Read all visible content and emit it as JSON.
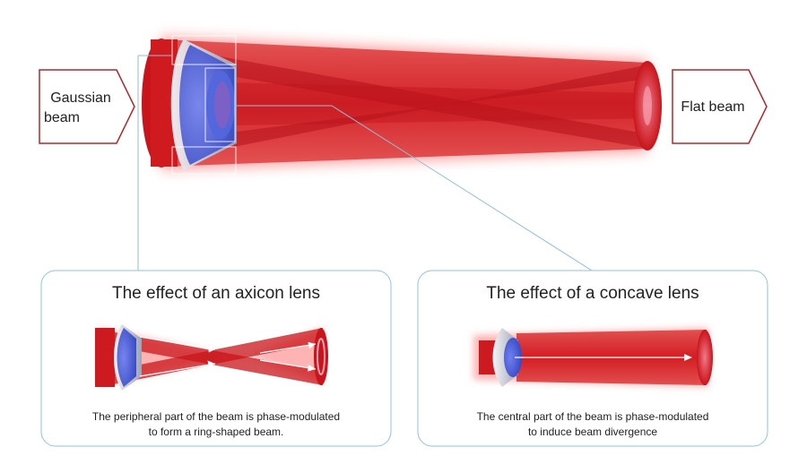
{
  "input_label": [
    "Gaussian",
    "beam"
  ],
  "output_label": "Flat beam",
  "panels": {
    "axicon": {
      "title": "The effect of an axicon lens",
      "caption": [
        "The peripheral part of the beam is phase-modulated",
        "to form a ring-shaped beam."
      ]
    },
    "concave": {
      "title": "The effect of a concave lens",
      "caption": [
        "The central part of the beam is phase-modulated",
        "to induce beam divergence"
      ]
    }
  },
  "colors": {
    "beam_red": "#d4161e",
    "beam_glow": "#ff6a6a",
    "lens_blue": "#4a5fd8",
    "lens_gray": "#b9bcc8",
    "arrow_border": "#b3262a",
    "connector": "#7fb6d4",
    "panel_border": "#8fc4dc"
  }
}
